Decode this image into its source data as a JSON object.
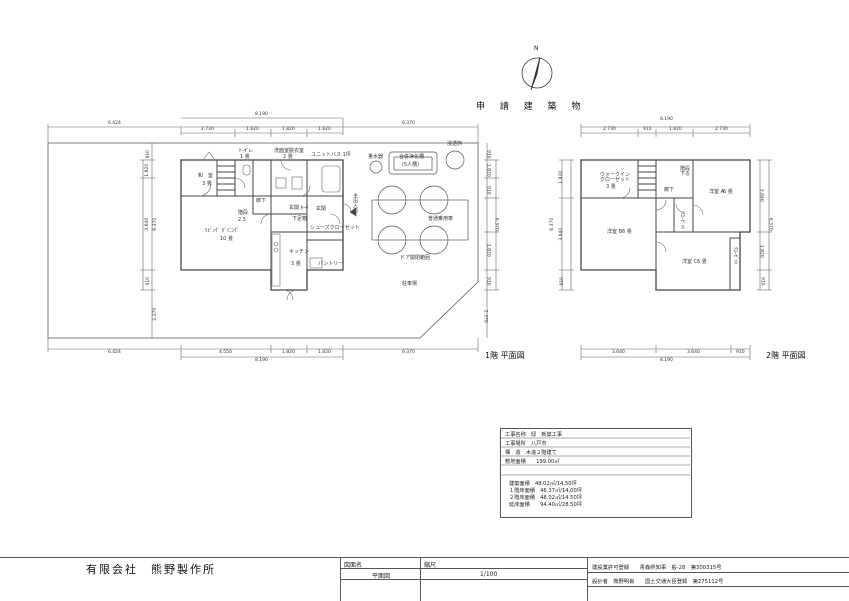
{
  "north_label": "N",
  "sheet_title": "申 請 建 築 物",
  "floor1": {
    "title": "1階 平面図",
    "dims_top_1": [
      "6.424",
      "8.190",
      "6.370"
    ],
    "dims_top_2": [
      "2.730",
      "1.820",
      "1.820",
      "1.820"
    ],
    "dims_bottom_1": [
      "6.424",
      "4.550",
      "1.820",
      "1.820",
      "6.370"
    ],
    "dims_bottom_2": [
      "8.190"
    ],
    "dims_left": [
      "910",
      "1.820",
      "3.640",
      "910"
    ],
    "dims_left_total": "6.370",
    "dims_left_lot": "2.370",
    "dims_right": [
      "910",
      "1.820",
      "910",
      "1.820",
      "910"
    ],
    "dims_right_total": "6.370",
    "dims_right_lot": "2.370",
    "rooms": {
      "washitsu": "和　室",
      "washitsu_size": "3 畳",
      "toilet": "トイレ",
      "toilet_size": "1 畳",
      "washroom": "洗面室脱衣室",
      "washroom_size": "2 畳",
      "unitbath": "ユニットバス 1坪",
      "ldk": "ﾘﾋﾞﾝｸﾞ ﾀﾞｲﾆﾝｸﾞ",
      "ldk_size": "10 畳",
      "stairs": "階段",
      "stairs_size": "2.5",
      "hallway": "廊下",
      "entrance_hall": "玄関\nﾎｰﾙ",
      "entrance": "玄関",
      "shoes": "シューズクローゼット",
      "kitchen": "キッチン",
      "kitchen_size": "3 畳",
      "pantry": "パントリー",
      "storage": "下足箱",
      "main_entrance": "主出入口"
    },
    "site": {
      "water_meter": "量水器",
      "septic": "合併浄化槽",
      "septic_persons": "(5人槽)",
      "inspection": "浸透桝",
      "car": "普通乗用車",
      "car_door": "ドア開閉範囲",
      "parking": "駐車場"
    }
  },
  "floor2": {
    "title": "2階 平面図",
    "dims_top_1": [
      "8.190"
    ],
    "dims_top_2": [
      "2.730",
      "910",
      "1.820",
      "2.730"
    ],
    "dims_bottom_1": [
      "3.640",
      "3.640",
      "910"
    ],
    "dims_bottom_2": [
      "8.190"
    ],
    "dims_left": [
      "1.820",
      "3.640",
      "910"
    ],
    "dims_left_total": "6.370",
    "dims_right": [
      "3.640",
      "1.820",
      "910"
    ],
    "dims_right_total": "6.370",
    "rooms": {
      "walkin": "ウォークイン\nクローゼット",
      "walkin_size": "3 畳",
      "stairs_down": "階段\n下る",
      "hallway": "廊下",
      "western_a": "洋室 A",
      "western_a_size": "6 畳",
      "western_b": "洋室 B",
      "western_b_size": "6 畳",
      "western_c": "洋室 C",
      "western_c_size": "6 畳",
      "closet_a": "ｸﾛｰｾﾞｯﾄ",
      "closet_b": "ｸﾛｰｾﾞｯﾄ"
    }
  },
  "info": {
    "lines": [
      "工事名称　邸　新築工事",
      "工事場所　八戸市",
      "構　造　木造２階建て",
      "敷地面積　　199.00㎡"
    ],
    "area_lines": [
      "建築面積　48.02㎡/14.50坪",
      "１階床面積　46.37㎡/14.00坪",
      "２階床面積　48.02㎡/14.50坪",
      "延床面積　　94.40㎡/28.50坪"
    ]
  },
  "titleblock": {
    "company": "有限会社　熊野製作所",
    "drawing_name_label": "図面名",
    "scale_label": "縮尺",
    "drawing_name": "平面図",
    "scale": "1/100",
    "license": "建設業許可登録　　青森県知事　般-28　第300315号",
    "designer": "設計者　熊野明良　　国土交通大臣登録　第275112号"
  }
}
